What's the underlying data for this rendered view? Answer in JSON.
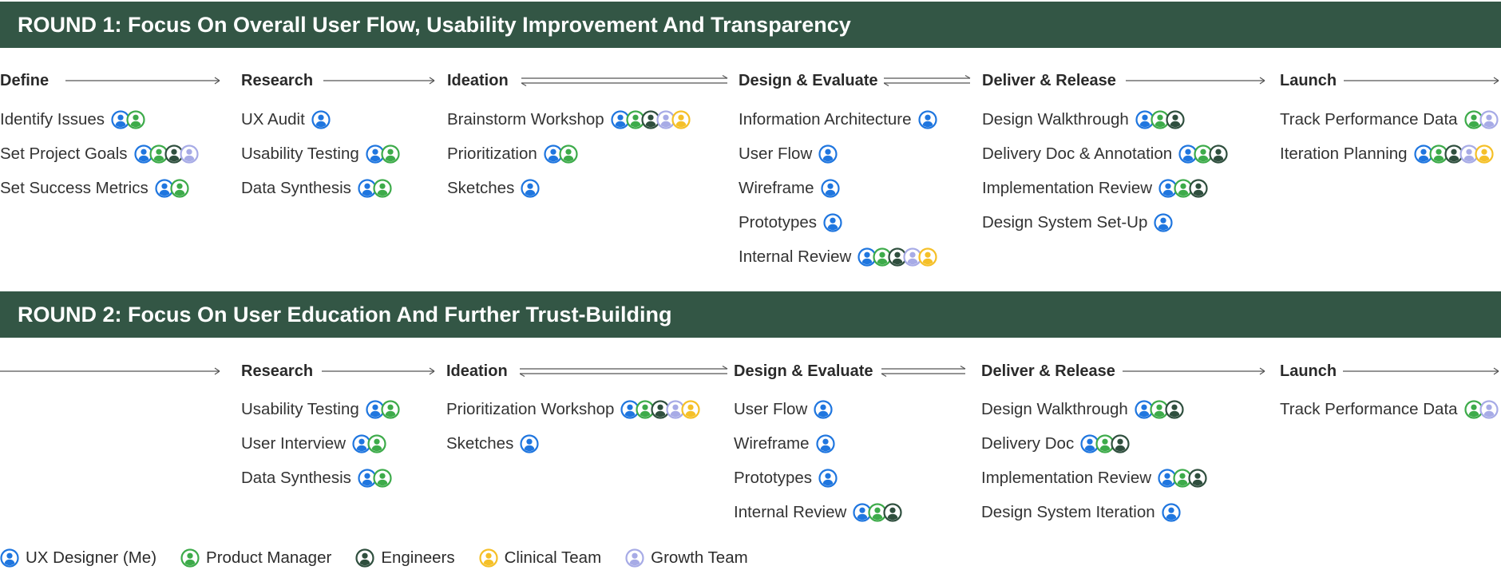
{
  "colors": {
    "banner_bg": "#335645",
    "ux": "#1f76df",
    "pm": "#3dab4a",
    "eng": "#2f4f3e",
    "clinical": "#f5c028",
    "growth": "#a7abe6"
  },
  "icon": "person-avatar-icon",
  "rounds": [
    {
      "title": "ROUND 1: Focus On Overall User Flow, Usability Improvement And Transparency",
      "phases": [
        {
          "title": "Define",
          "items": [
            {
              "label": "Identify Issues",
              "roles": [
                "ux",
                "pm"
              ]
            },
            {
              "label": "Set Project Goals",
              "roles": [
                "ux",
                "pm",
                "eng",
                "growth"
              ]
            },
            {
              "label": "Set Success Metrics",
              "roles": [
                "ux",
                "pm"
              ]
            }
          ]
        },
        {
          "title": "Research",
          "items": [
            {
              "label": "UX Audit",
              "roles": [
                "ux"
              ]
            },
            {
              "label": "Usability Testing",
              "roles": [
                "ux",
                "pm"
              ]
            },
            {
              "label": "Data Synthesis",
              "roles": [
                "ux",
                "pm"
              ]
            }
          ]
        },
        {
          "title": "Ideation",
          "items": [
            {
              "label": "Brainstorm Workshop",
              "roles": [
                "ux",
                "pm",
                "eng",
                "growth",
                "clinical"
              ]
            },
            {
              "label": "Prioritization",
              "roles": [
                "ux",
                "pm"
              ]
            },
            {
              "label": "Sketches",
              "roles": [
                "ux"
              ]
            }
          ]
        },
        {
          "title": "Design & Evaluate",
          "items": [
            {
              "label": "Information Architecture",
              "roles": [
                "ux"
              ]
            },
            {
              "label": "User Flow",
              "roles": [
                "ux"
              ]
            },
            {
              "label": "Wireframe",
              "roles": [
                "ux"
              ]
            },
            {
              "label": "Prototypes",
              "roles": [
                "ux"
              ]
            },
            {
              "label": "Internal Review",
              "roles": [
                "ux",
                "pm",
                "eng",
                "growth",
                "clinical"
              ]
            }
          ]
        },
        {
          "title": "Deliver & Release",
          "items": [
            {
              "label": "Design Walkthrough",
              "roles": [
                "ux",
                "pm",
                "eng"
              ]
            },
            {
              "label": "Delivery Doc & Annotation",
              "roles": [
                "ux",
                "pm",
                "eng"
              ]
            },
            {
              "label": "Implementation Review",
              "roles": [
                "ux",
                "pm",
                "eng"
              ]
            },
            {
              "label": "Design System Set-Up",
              "roles": [
                "ux"
              ]
            }
          ]
        },
        {
          "title": "Launch",
          "items": [
            {
              "label": "Track Performance Data",
              "roles": [
                "pm",
                "growth"
              ]
            },
            {
              "label": "Iteration Planning",
              "roles": [
                "ux",
                "pm",
                "eng",
                "growth",
                "clinical"
              ]
            }
          ]
        }
      ]
    },
    {
      "title": "ROUND 2: Focus On User Education And Further Trust-Building",
      "phases": [
        {
          "title": "",
          "items": []
        },
        {
          "title": "Research",
          "items": [
            {
              "label": "Usability Testing",
              "roles": [
                "ux",
                "pm"
              ]
            },
            {
              "label": "User Interview",
              "roles": [
                "ux",
                "pm"
              ]
            },
            {
              "label": "Data Synthesis",
              "roles": [
                "ux",
                "pm"
              ]
            }
          ]
        },
        {
          "title": "Ideation",
          "items": [
            {
              "label": "Prioritization Workshop",
              "roles": [
                "ux",
                "pm",
                "eng",
                "growth",
                "clinical"
              ]
            },
            {
              "label": "Sketches",
              "roles": [
                "ux"
              ]
            }
          ]
        },
        {
          "title": "Design & Evaluate",
          "items": [
            {
              "label": "User Flow",
              "roles": [
                "ux"
              ]
            },
            {
              "label": "Wireframe",
              "roles": [
                "ux"
              ]
            },
            {
              "label": "Prototypes",
              "roles": [
                "ux"
              ]
            },
            {
              "label": "Internal Review",
              "roles": [
                "ux",
                "pm",
                "eng"
              ]
            }
          ]
        },
        {
          "title": "Deliver & Release",
          "items": [
            {
              "label": "Design Walkthrough",
              "roles": [
                "ux",
                "pm",
                "eng"
              ]
            },
            {
              "label": "Delivery Doc",
              "roles": [
                "ux",
                "pm",
                "eng"
              ]
            },
            {
              "label": "Implementation Review",
              "roles": [
                "ux",
                "pm",
                "eng"
              ]
            },
            {
              "label": "Design System Iteration",
              "roles": [
                "ux"
              ]
            }
          ]
        },
        {
          "title": "Launch",
          "items": [
            {
              "label": "Track Performance Data",
              "roles": [
                "pm",
                "growth"
              ]
            }
          ]
        }
      ]
    }
  ],
  "legend": [
    {
      "role": "ux",
      "label": "UX Designer (Me)"
    },
    {
      "role": "pm",
      "label": "Product Manager"
    },
    {
      "role": "eng",
      "label": "Engineers"
    },
    {
      "role": "clinical",
      "label": "Clinical Team"
    },
    {
      "role": "growth",
      "label": "Growth Team"
    }
  ]
}
